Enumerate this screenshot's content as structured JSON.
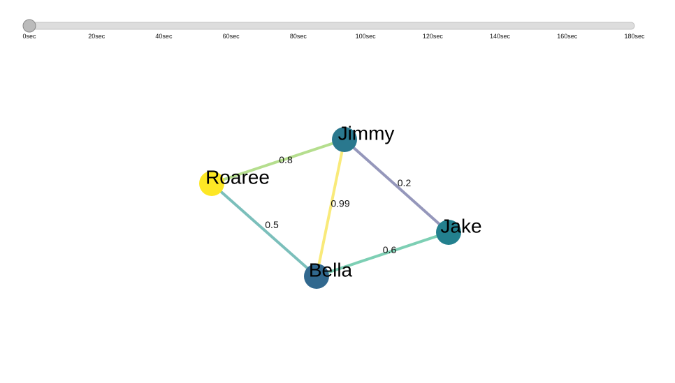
{
  "timeline": {
    "ticks": [
      "0sec",
      "20sec",
      "40sec",
      "60sec",
      "80sec",
      "100sec",
      "120sec",
      "140sec",
      "160sec",
      "180sec"
    ],
    "current_value_sec": 0,
    "min_sec": 0,
    "max_sec": 180,
    "track_color": "#dddddd",
    "handle_color": "#bbbbbb"
  },
  "graph": {
    "nodes": [
      {
        "id": "Jimmy",
        "label": "Jimmy",
        "color": "#2a788e"
      },
      {
        "id": "Roaree",
        "label": "Roaree",
        "color": "#fde725"
      },
      {
        "id": "Jake",
        "label": "Jake",
        "color": "#23808e"
      },
      {
        "id": "Bella",
        "label": "Bella",
        "color": "#31688e"
      }
    ],
    "edges": [
      {
        "source": "Roaree",
        "target": "Jimmy",
        "weight": "0.8",
        "color": "#b5de8e"
      },
      {
        "source": "Jimmy",
        "target": "Jake",
        "weight": "0.2",
        "color": "#9597bb"
      },
      {
        "source": "Jimmy",
        "target": "Bella",
        "weight": "0.99",
        "color": "#f9ea7a"
      },
      {
        "source": "Roaree",
        "target": "Bella",
        "weight": "0.5",
        "color": "#7bbfbb"
      },
      {
        "source": "Bella",
        "target": "Jake",
        "weight": "0.6",
        "color": "#7dcfb4"
      }
    ]
  }
}
